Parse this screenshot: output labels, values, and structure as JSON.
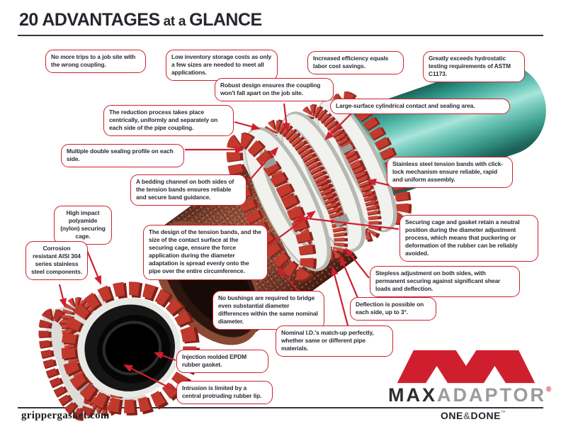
{
  "header": {
    "title_start": "20 ADVANTAGES",
    "title_mid": " at a ",
    "title_end": "GLANCE"
  },
  "callouts": [
    {
      "id": "no-more-trips",
      "text": "No more trips to a job site with the wrong coupling."
    },
    {
      "id": "low-inventory",
      "text": "Low inventory storage costs as only a few sizes are needed to meet all applications."
    },
    {
      "id": "increased-efficiency",
      "text": "Increased efficiency equals labor cost savings."
    },
    {
      "id": "hydrostatic-testing",
      "text": "Greatly exceeds hydrostatic testing requirements of ASTM C1173."
    },
    {
      "id": "robust-design",
      "text": "Robust design ensures the coupling won't fall apart on the job site."
    },
    {
      "id": "large-surface",
      "text": "Large-surface cylindrical contact and sealing area."
    },
    {
      "id": "reduction-process",
      "text": "The reduction process takes place centrically, uniformly and separately on each side of the pipe coupling."
    },
    {
      "id": "double-sealing",
      "text": "Multiple double sealing profile on each side."
    },
    {
      "id": "tension-bands-clicklock",
      "text": "Stainless steel tension bands with click-lock mechanism ensure reliable, rapid and uniform assembly."
    },
    {
      "id": "bedding-channel",
      "text": "A bedding channel on both sides of the tension bands ensures reliable and secure band guidance."
    },
    {
      "id": "polyamide-cage",
      "text": "High impact polyamide (nylon) securing cage.",
      "align": "center"
    },
    {
      "id": "neutral-position",
      "text": "Securing cage and gasket retain a neutral position during the diameter adjustment process, which means that puckering or deformation of the rubber can be reliably avoided."
    },
    {
      "id": "corrosion-resistant",
      "text": "Corrosion resistant AISI 304 series stainless steel components.",
      "align": "center"
    },
    {
      "id": "tension-band-design",
      "text": "The design of the tension bands, and the size of the contact surface at the securing cage, ensure the force application during the diameter adaptation is spread evenly onto the pipe over the entire circumference."
    },
    {
      "id": "stepless-adjustment",
      "text": "Stepless adjustment on both sides, with permanent securing against significant shear loads and deflection."
    },
    {
      "id": "no-bushings",
      "text": "No bushings are required to bridge even substantial diameter differences within the same nominal diameter."
    },
    {
      "id": "deflection",
      "text": "Deflection is possible on each side, up to 3°."
    },
    {
      "id": "nominal-id",
      "text": "Nominal I.D.'s match-up perfectly, whether same or different pipe materials."
    },
    {
      "id": "epdm-gasket",
      "text": "Injection molded EPDM rubber gasket."
    },
    {
      "id": "rubber-lip",
      "text": "Intrusion is limited by a central protruding rubber lip."
    }
  ],
  "footer": {
    "website": "grippergasket.com",
    "brand_max": "MAX",
    "brand_adaptor": "ADAPTOR",
    "brand_reg": "®",
    "tagline_one": "ONE",
    "tagline_amp": "&",
    "tagline_done": "DONE",
    "tagline_tm": "™"
  },
  "colors": {
    "accent_red": "#cf1f2e",
    "cage_red": "#c0392c",
    "pipe_teal": "#4db8a8",
    "pipe_brown": "#8d4c36",
    "ink_dark": "#26262e",
    "metal_silver": "#e8e8e4"
  }
}
